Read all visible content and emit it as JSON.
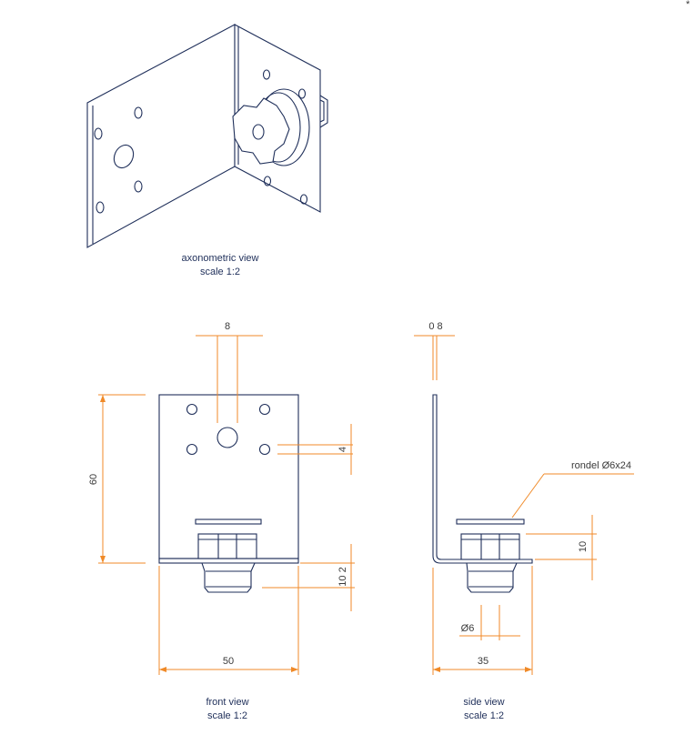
{
  "corner_mark": "*",
  "views": {
    "axonometric": {
      "title": "axonometric view",
      "scale": "scale 1:2"
    },
    "front": {
      "title": "front view",
      "scale": "scale 1:2"
    },
    "side": {
      "title": "side view",
      "scale": "scale 1:2"
    }
  },
  "dimensions": {
    "front_hole_spacing": "8",
    "front_height": "60",
    "front_hole_offset": "4",
    "front_width": "50",
    "front_bottom": "10 2",
    "side_thickness": "0 8",
    "side_washer_height": "10",
    "side_diameter": "Ø6",
    "side_width": "35",
    "rondel_label": "rondel Ø6x24"
  },
  "colors": {
    "outline": "#1f2f5a",
    "dimension": "#f08a28"
  }
}
